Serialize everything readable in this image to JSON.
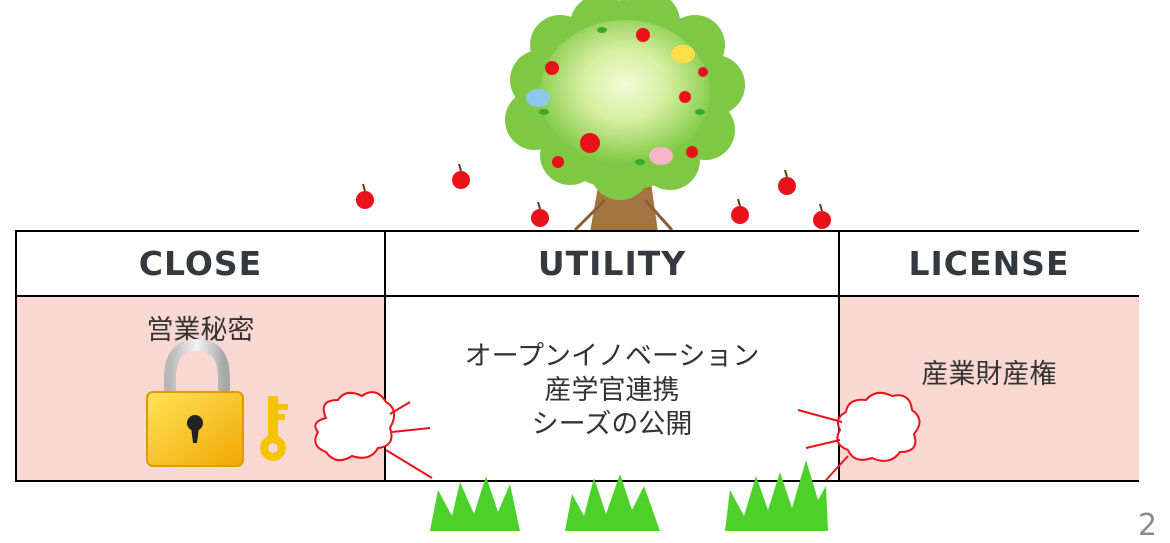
{
  "columns": [
    {
      "heading": "CLOSE",
      "body": [
        "営業秘密"
      ]
    },
    {
      "heading": "UTILITY",
      "body": [
        "オープンイノベーション",
        "産学官連携",
        "シーズの公開"
      ]
    },
    {
      "heading": "LICENSE",
      "body": [
        "産業財産権"
      ]
    }
  ],
  "page_number": "2",
  "colors": {
    "pink_cell": "#f8d8d0",
    "line": "#000000",
    "apple": "#e8121b",
    "grass": "#4cd12a",
    "lock": "#f5b800",
    "tree_crown": "#8ed350",
    "trunk": "#a57443"
  },
  "icons": [
    "apple-tree-icon",
    "falling-apple-icon",
    "padlock-icon",
    "key-icon",
    "speech-cloud-icon",
    "grass-tuft-icon",
    "bird-icon"
  ]
}
